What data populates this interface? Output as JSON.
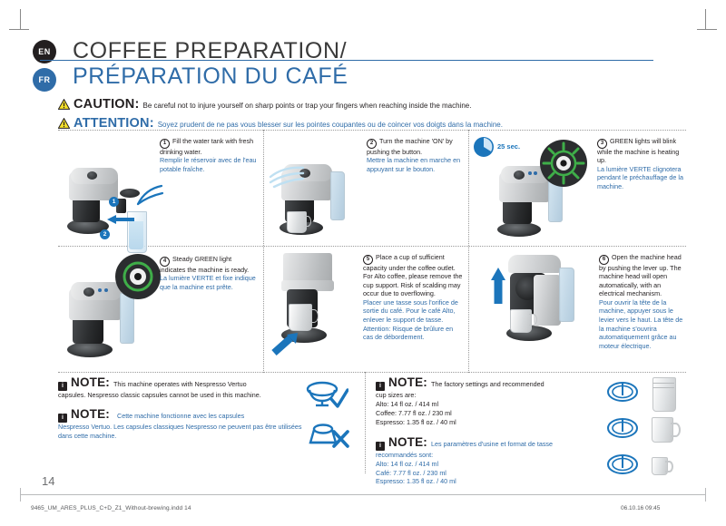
{
  "header": {
    "lang_en": "EN",
    "lang_fr": "FR",
    "title_en": "COFFEE PREPARATION/",
    "title_fr": "PRÉPARATION DU CAFÉ"
  },
  "caution": {
    "en_label": "CAUTION:",
    "en_text": "Be careful not to injure yourself on sharp points or trap your fingers when reaching inside the machine.",
    "fr_label": "ATTENTION:",
    "fr_text": "Soyez prudent de ne pas vous blesser sur les pointes coupantes ou de coincer vos doigts dans la machine."
  },
  "steps": [
    {
      "number": "1",
      "en": "Fill the water tank with fresh drinking water.",
      "fr": "Remplir le réservoir avec de l'eau potable fraîche.",
      "callout_1": "1",
      "callout_2": "2"
    },
    {
      "number": "2",
      "en": "Turn the machine 'ON' by pushing the button.",
      "fr": "Mettre la machine en marche en appuyant sur le bouton."
    },
    {
      "number": "3",
      "en": "GREEN lights will blink while the machine is heating up.",
      "fr": "La lumière VERTE clignotera pendant le préchauffage de la machine.",
      "timer_label": "25 sec."
    },
    {
      "number": "4",
      "en": "Steady GREEN light indicates the machine is ready.",
      "fr": "La lumière VERTE et fixe indique que la machine est prête."
    },
    {
      "number": "5",
      "en": "Place a cup of sufficient capacity under the coffee outlet. For Alto coffee, please remove the cup support. Risk of scalding may occur due to overflowing.",
      "fr": "Placer une tasse sous l'orifice de sortie du café. Pour le café Alto, enlever le support de tasse. Attention: Risque de brûlure en cas de débordement."
    },
    {
      "number": "6",
      "en": "Open the machine head by pushing the lever up. The machine head will open automatically, with an electrical mechanism.",
      "fr": "Pour ouvrir la tête de la machine, appuyer sous le levier vers le haut. La tête de la machine s'ouvrira automatiquement grâce au moteur électrique."
    }
  ],
  "notes": {
    "label": "NOTE:",
    "info_glyph": "i",
    "left": [
      {
        "lang": "en",
        "lead": "This machine operates with Nespresso Vertuo",
        "rest": "capsules. Nespresso classic capsules cannot be used in this machine."
      },
      {
        "lang": "fr",
        "lead": "Cette machine fonctionne avec les capsules",
        "rest": "Nespresso Vertuo. Les capsules classiques Nespresso ne peuvent pas être utilisées dans cette machine."
      }
    ],
    "right": [
      {
        "lang": "en",
        "lead": "The factory settings and recommended",
        "rest": "cup sizes are:",
        "sizes": [
          "Alto: 14 fl oz. / 414 ml",
          "Coffee: 7.77 fl oz. / 230 ml",
          "Espresso: 1.35 fl oz. / 40 ml"
        ]
      },
      {
        "lang": "fr",
        "lead": "Les paramètres d'usine et format de tasse",
        "rest": "recommandés sont:",
        "sizes": [
          "Alto: 14 fl oz. / 414 ml",
          "Café: 7.77 fl oz. / 230 ml",
          "Espresso: 1.35 fl oz. / 40 ml"
        ]
      }
    ]
  },
  "footer": {
    "page_number": "14",
    "file_name": "9465_UM_ARES_PLUS_C+D_Z1_Without-brewing.indd   14",
    "timestamp": "06.10.16   09:45"
  },
  "colors": {
    "brand_blue": "#1b75bb",
    "title_blue": "#2f6ca8",
    "ink": "#231f20",
    "led_green": "#3fae49"
  }
}
